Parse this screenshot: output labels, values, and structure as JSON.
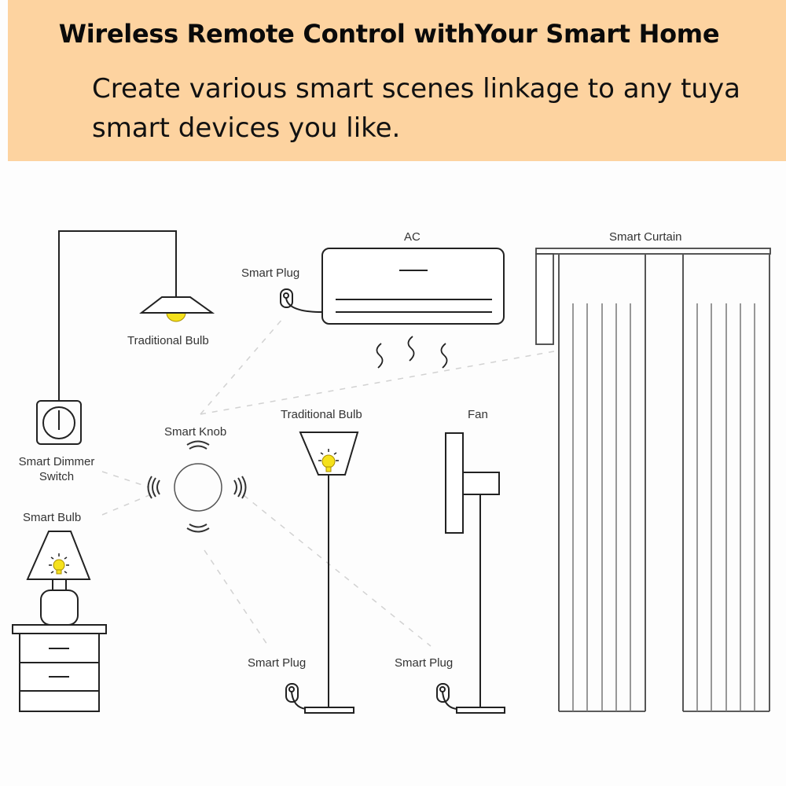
{
  "header": {
    "title": "Wireless Remote Control withYour Smart Home",
    "subtitle": "Create various smart scenes linkage to any tuya smart devices you like.",
    "background_color": "#fdd3a0"
  },
  "diagram": {
    "hub": {
      "label": "Smart Knob"
    },
    "devices": [
      {
        "id": "pendant-lamp",
        "label": "Traditional Bulb"
      },
      {
        "id": "dimmer-switch",
        "label": "Smart Dimmer Switch",
        "label_line1": "Smart Dimmer",
        "label_line2": "Switch"
      },
      {
        "id": "table-lamp",
        "label": "Smart Bulb"
      },
      {
        "id": "ac",
        "label": "AC"
      },
      {
        "id": "ac-plug",
        "label": "Smart Plug"
      },
      {
        "id": "curtain",
        "label": "Smart Curtain"
      },
      {
        "id": "floor-lamp",
        "label": "Traditional Bulb"
      },
      {
        "id": "fan",
        "label": "Fan"
      },
      {
        "id": "floor-lamp-plug",
        "label": "Smart Plug"
      },
      {
        "id": "fan-plug",
        "label": "Smart Plug"
      }
    ],
    "colors": {
      "line": "#2a2a2a",
      "bulb": "#f5e11c",
      "dash": "#cfcfcf"
    }
  }
}
